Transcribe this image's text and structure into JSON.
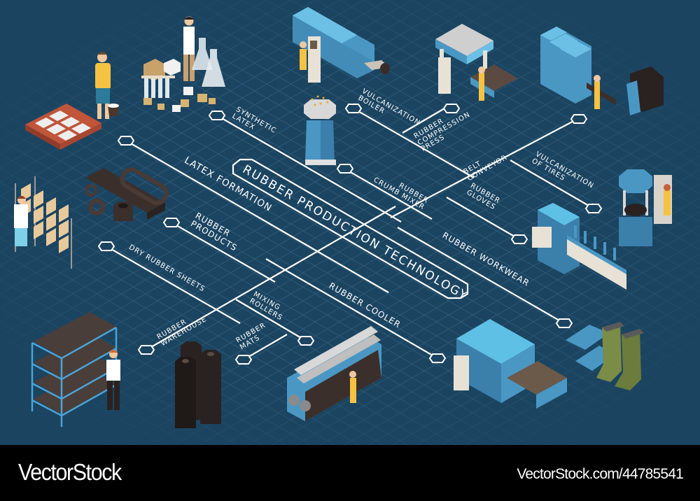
{
  "diagram": {
    "title": "RUBBER PRODUCTION TECHNOLOGY",
    "type": "isometric flowchart infographic",
    "colors": {
      "background": "#1b4460",
      "grid": "#2d5a7a",
      "line": "#ffffff",
      "machine_blue": "#4ba3d3",
      "machine_light": "#5fc0e6",
      "machine_grey": "#d8d8d8",
      "worker_yellow": "#f2b632",
      "rubber_dark": "#3b2f2c",
      "boot_green": "#7a8c46",
      "footer": "#000000"
    },
    "nodes": [
      {
        "id": "synthetic-latex",
        "label": "SYNTHETIC\nLATEX"
      },
      {
        "id": "vulcanization-boiler",
        "label": "VULCANIZATION\nBOILER"
      },
      {
        "id": "rubber-compression-press",
        "label": "RUBBER\nCOMPRESSION\nPRESS"
      },
      {
        "id": "belt-conveyor",
        "label": "BELT\nCONVEYOR"
      },
      {
        "id": "vulcanization-of-tires",
        "label": "VULCANIZATION\nOF TIRES"
      },
      {
        "id": "rubber-crumb-mixer",
        "label": "RUBBER\nCRUMB MIXER"
      },
      {
        "id": "rubber-gloves",
        "label": "RUBBER\nGLOVES"
      },
      {
        "id": "rubber-workwear",
        "label": "RUBBER WORKWEAR"
      },
      {
        "id": "latex-formation",
        "label": "LATEX FORMATION"
      },
      {
        "id": "rubber-products",
        "label": "RUBBER\nPRODUCTS"
      },
      {
        "id": "dry-rubber-sheets",
        "label": "DRY RUBBER SHEETS"
      },
      {
        "id": "rubber-warehouse",
        "label": "RUBBER\nWAREHOUSE"
      },
      {
        "id": "mixing-rollers",
        "label": "MIXING\nROLLERS"
      },
      {
        "id": "rubber-mats",
        "label": "RUBBER\nMATS"
      },
      {
        "id": "rubber-cooler",
        "label": "RUBBER COOLER"
      }
    ]
  },
  "footer": {
    "brand": "VectorStock",
    "reference": "VectorStock.com/44785541"
  }
}
